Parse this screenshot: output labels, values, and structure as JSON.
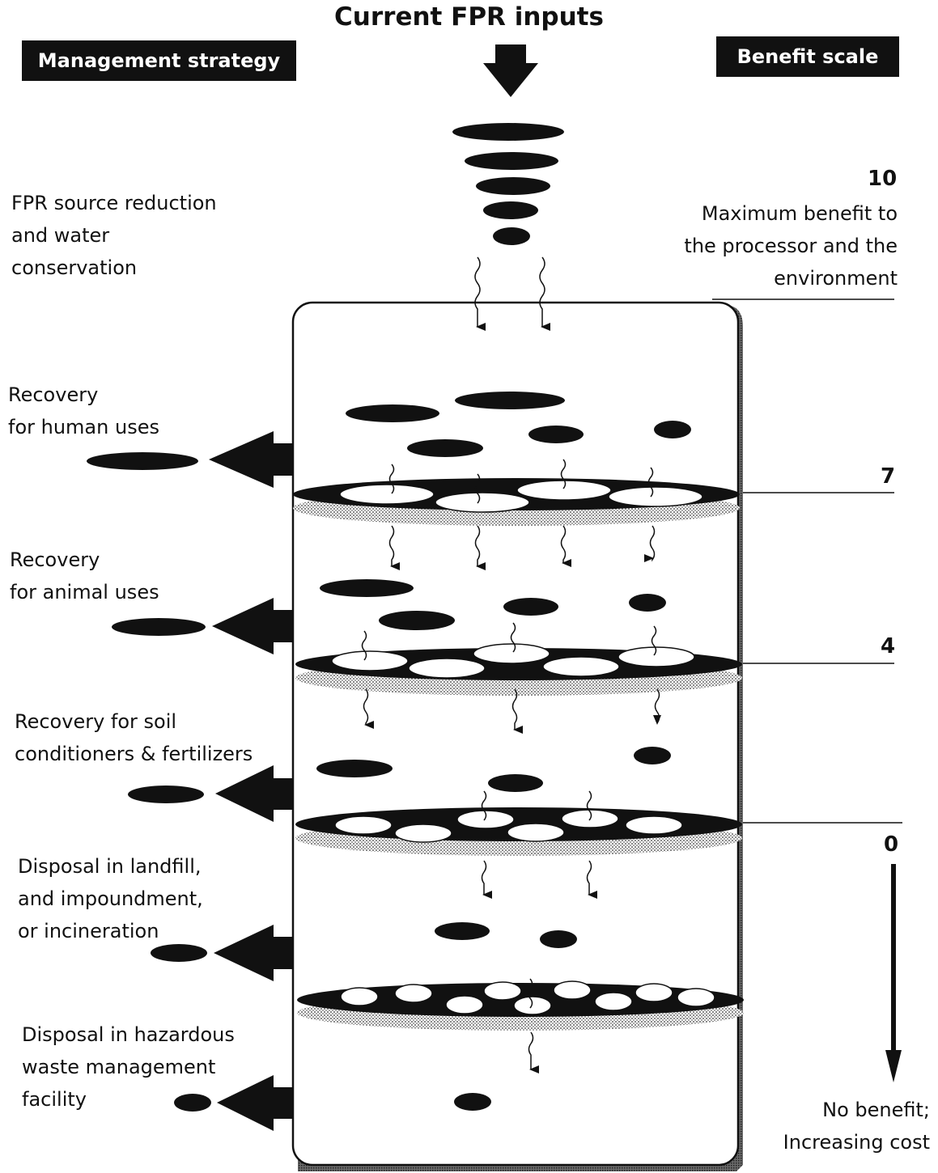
{
  "title": "Current FPR inputs",
  "headers": {
    "management_strategy": "Management strategy",
    "benefit_scale": "Benefit scale"
  },
  "strategies": [
    {
      "label": "FPR source reduction\nand water\nconservation"
    },
    {
      "label": "Recovery\nfor human uses"
    },
    {
      "label": "Recovery\nfor animal uses"
    },
    {
      "label": "Recovery for soil\nconditioners & fertilizers"
    },
    {
      "label": "Disposal in landfill,\nand impoundment,\nor incineration"
    },
    {
      "label": "Disposal in hazardous\nwaste management\nfacility"
    }
  ],
  "scale": {
    "top_value": "10",
    "top_label": "Maximum benefit to\nthe processor and the\nenvironment",
    "marks": [
      "7",
      "4",
      "0"
    ],
    "bottom_label": "No benefit;\nIncreasing cost"
  },
  "colors": {
    "ink": "#111111",
    "stipple": "#bdbdbd",
    "shadow": "#9a9a9a",
    "header_bg": "#111111",
    "header_text": "#ffffff"
  }
}
